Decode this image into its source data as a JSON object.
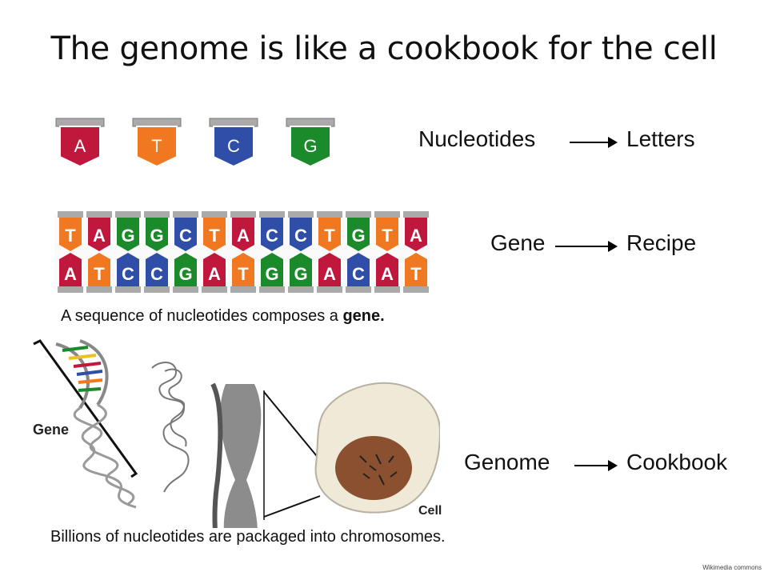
{
  "title": "The genome is like a cookbook for the cell",
  "nucleotides": [
    {
      "letter": "A",
      "color": "#c0183c"
    },
    {
      "letter": "T",
      "color": "#f07820"
    },
    {
      "letter": "C",
      "color": "#2e4ea8"
    },
    {
      "letter": "G",
      "color": "#1a8a2a"
    }
  ],
  "mappings": [
    {
      "left": "Nucleotides",
      "right": "Letters"
    },
    {
      "left": "Gene",
      "right": "Recipe"
    },
    {
      "left": "Genome",
      "right": "Cookbook"
    }
  ],
  "sequence": {
    "top": [
      "T",
      "A",
      "G",
      "G",
      "C",
      "T",
      "A",
      "C",
      "C",
      "T",
      "G",
      "T",
      "A"
    ],
    "bottom": [
      "A",
      "T",
      "C",
      "C",
      "G",
      "A",
      "T",
      "G",
      "G",
      "A",
      "C",
      "A",
      "T"
    ]
  },
  "caption_gene": {
    "text": "A sequence of nucleotides composes a ",
    "bold": "gene."
  },
  "labels": {
    "gene": "Gene",
    "cell": "Cell"
  },
  "caption_chromosome": "Billions of nucleotides are packaged into chromosomes.",
  "credit": "Wikimedia commons",
  "colors": {
    "A": "#c0183c",
    "T": "#f07820",
    "C": "#2e4ea8",
    "G": "#1a8a2a"
  }
}
